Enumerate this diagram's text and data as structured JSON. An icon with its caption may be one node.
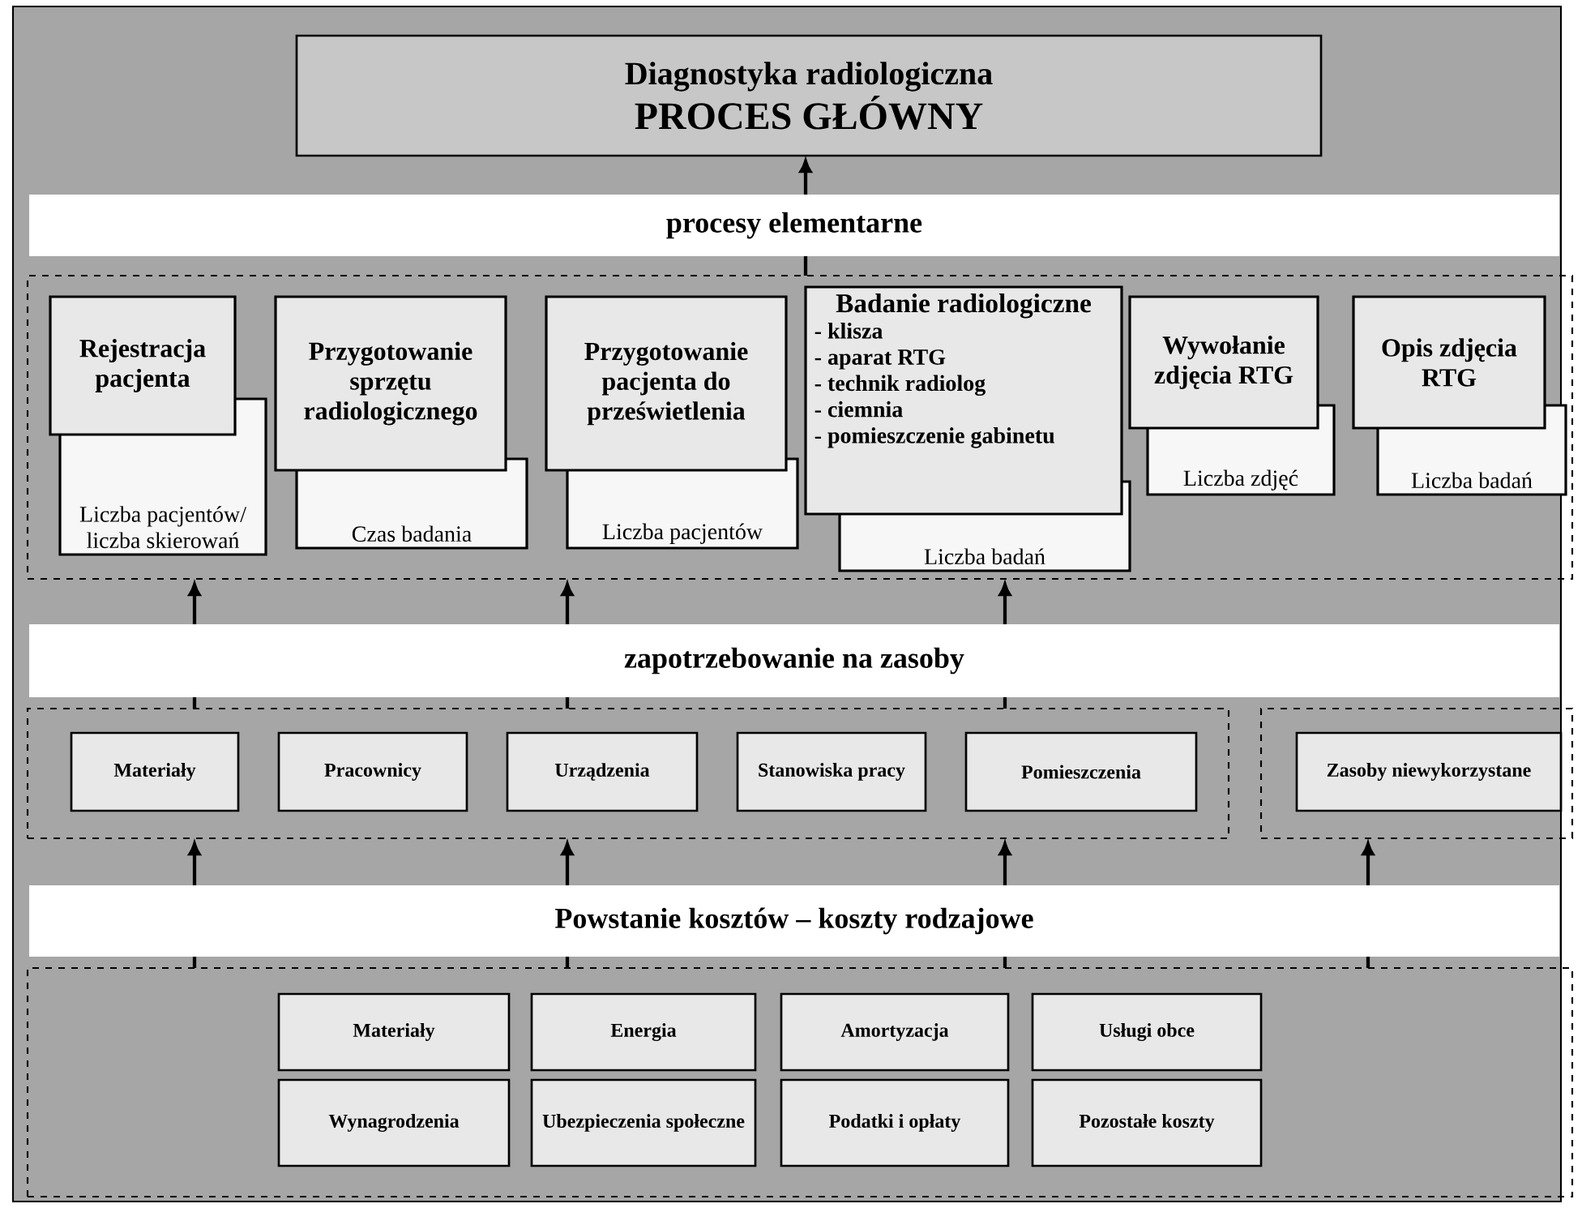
{
  "diagram": {
    "nodes": [
      {
        "text": [
          "Diagnostyka radiologiczna",
          "PROCES GŁÓWNY"
        ]
      },
      {
        "text": [
          "procesy elementarne"
        ]
      },
      {
        "text": [],
        "shape": "box"
      },
      {
        "text": [
          "Rejestracja pacjenta"
        ],
        "in": 2
      },
      {
        "text": [
          "Liczba pacjentów/ liczba skierowań"
        ],
        "in": 2
      },
      {
        "text": [
          "Przygotowanie sprzętu radiologicznego"
        ],
        "in": 2
      },
      {
        "text": [
          "Czas badania"
        ],
        "in": 2
      },
      {
        "text": [
          "Przygotowanie pacjenta do prześwietlenia"
        ],
        "in": 2
      },
      {
        "text": [
          "Liczba pacjentów"
        ],
        "in": 2
      },
      {
        "text": [
          "Badanie radiologiczne",
          "- klisza",
          "- aparat RTG",
          "- technik radiolog",
          "- ciemnia",
          "- pomieszczenie gabinetu"
        ],
        "in": 2
      },
      {
        "text": [
          "Liczba badań"
        ],
        "in": 2
      },
      {
        "text": [
          "Wywołanie zdjęcia RTG"
        ],
        "in": 2
      },
      {
        "text": [
          "Liczba zdjęć"
        ],
        "in": 2
      },
      {
        "text": [
          "Opis zdjęcia RTG"
        ],
        "in": 2
      },
      {
        "text": [
          "Liczba badań"
        ],
        "in": 2
      },
      {
        "text": [
          "zapotrzebowanie na zasoby"
        ]
      },
      {
        "text": [],
        "shape": "box"
      },
      {
        "text": [
          "Materiały"
        ],
        "in": 16
      },
      {
        "text": [
          "Pracownicy"
        ],
        "in": 16
      },
      {
        "text": [
          "Urządzenia"
        ],
        "in": 16
      },
      {
        "text": [
          "Stanowiska pracy"
        ],
        "in": 16
      },
      {
        "text": [
          "Pomieszczenia"
        ],
        "in": 16
      },
      {
        "text": [],
        "shape": "box"
      },
      {
        "text": [
          "Zasoby niewykorzystane"
        ],
        "in": 22
      },
      {
        "text": [
          "Powstanie kosztów – koszty rodzajowe"
        ]
      },
      {
        "text": [],
        "shape": "box"
      },
      {
        "text": [
          "Materiały"
        ],
        "in": 25
      },
      {
        "text": [
          "Energia"
        ],
        "in": 25
      },
      {
        "text": [
          "Amortyzacja"
        ],
        "in": 25
      },
      {
        "text": [
          "Usługi obce"
        ],
        "in": 25
      },
      {
        "text": [
          "Wynagrodzenia"
        ],
        "in": 25
      },
      {
        "text": [
          "Ubezpieczenia społeczne"
        ],
        "in": 25
      },
      {
        "text": [
          "Podatki i opłaty"
        ],
        "in": 25
      },
      {
        "text": [
          "Pozostałe koszty"
        ],
        "in": 25
      }
    ],
    "edges": [
      {
        "from": 1,
        "to": 0,
        "arrow": "to"
      },
      {
        "from": 2,
        "to": 1,
        "arrow": "none"
      },
      {
        "from": 15,
        "to": 2,
        "arrow": "to"
      },
      {
        "from": 15,
        "to": 2,
        "arrow": "to"
      },
      {
        "from": 15,
        "to": 2,
        "arrow": "to"
      },
      {
        "from": 16,
        "to": 15,
        "arrow": "none"
      },
      {
        "from": 16,
        "to": 15,
        "arrow": "none"
      },
      {
        "from": 16,
        "to": 15,
        "arrow": "none"
      },
      {
        "from": 24,
        "to": 16,
        "arrow": "to"
      },
      {
        "from": 24,
        "to": 16,
        "arrow": "to"
      },
      {
        "from": 24,
        "to": 16,
        "arrow": "to"
      },
      {
        "from": 24,
        "to": 22,
        "arrow": "to"
      },
      {
        "from": 25,
        "to": 24,
        "arrow": "none"
      },
      {
        "from": 25,
        "to": 24,
        "arrow": "none"
      },
      {
        "from": 25,
        "to": 24,
        "arrow": "none"
      },
      {
        "from": 25,
        "to": 24,
        "arrow": "none"
      }
    ]
  }
}
